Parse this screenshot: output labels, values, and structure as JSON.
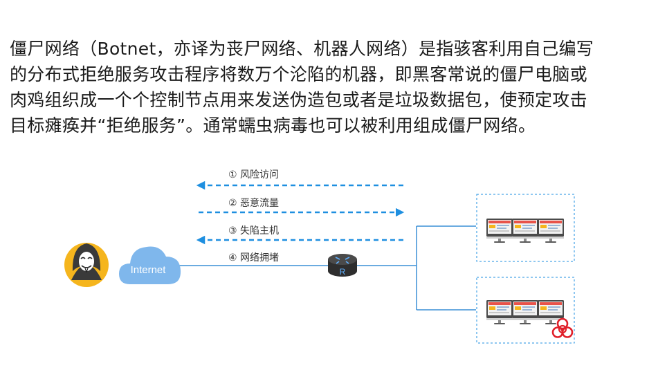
{
  "paragraph": {
    "lines": [
      "僵尸网络（Botnet，亦译为丧尸网络、机器人网络）是指骇客利用自己编写",
      "的分布式拒绝服务攻击程序将数万个沦陷的机器，即黑客常说的僵尸电脑或",
      "肉鸡组织成一个个控制节点用来发送伪造包或者是垃圾数据包，使预定攻击",
      "目标瘫痪并“拒绝服务”。通常蠕虫病毒也可以被利用组成僵尸网络。"
    ]
  },
  "diagram": {
    "steps": [
      {
        "label": "①  风险访问",
        "direction": "left"
      },
      {
        "label": "②  恶意流量",
        "direction": "right"
      },
      {
        "label": "③  失陷主机",
        "direction": "left"
      },
      {
        "label": "④  网络拥堵",
        "direction": "none"
      }
    ],
    "cloud_label": "Internet",
    "router_label": "R",
    "icons": {
      "hacker": "hacker-icon",
      "cloud": "cloud-icon",
      "router": "router-icon",
      "computers": "computer-monitor-icon",
      "biohazard": "biohazard-icon"
    },
    "colors": {
      "arrow": "#1e8fe0",
      "line": "#3a8fd6",
      "cloud": "#7fb7ec",
      "hacker_bg": "#f5b51d",
      "biohazard": "#e0202a",
      "group_border": "#1e8fe0"
    }
  }
}
